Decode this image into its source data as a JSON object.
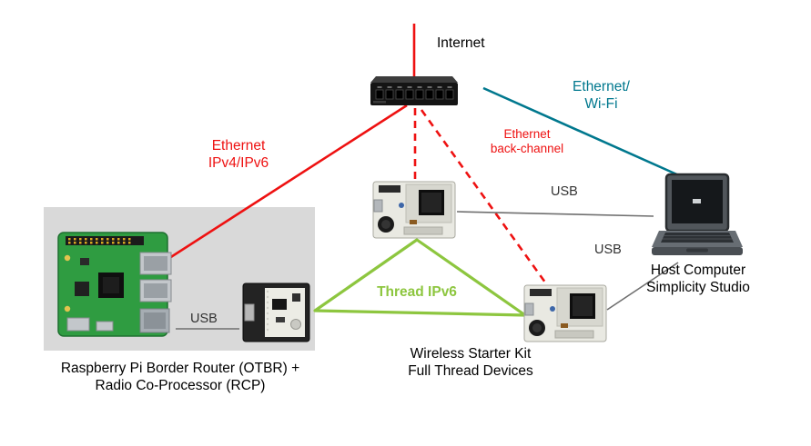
{
  "diagram": {
    "labels": {
      "internet": "Internet",
      "ethernet_wifi": [
        "Ethernet/",
        "Wi-Fi"
      ],
      "ethernet_ipv4": [
        "Ethernet",
        "IPv4/IPv6"
      ],
      "ethernet_backchannel": [
        "Ethernet",
        "back-channel"
      ],
      "usb_wstk1": "USB",
      "usb_wstk2": "USB",
      "usb_rcp": "USB",
      "thread_ipv6": "Thread IPv6",
      "wstk_caption": [
        "Wireless Starter Kit",
        "Full Thread Devices"
      ],
      "rpi_caption": [
        "Raspberry Pi Border Router (OTBR) +",
        "Radio Co-Processor (RCP)"
      ],
      "host_caption": [
        "Host Computer",
        "Simplicity Studio"
      ]
    },
    "colors": {
      "ethernet_red": "#ee1111",
      "wifi_teal": "#00788e",
      "thread_green": "#8dc63f",
      "usb_gray": "#6f6f6f",
      "panel_gray": "#d9d9d9"
    }
  }
}
